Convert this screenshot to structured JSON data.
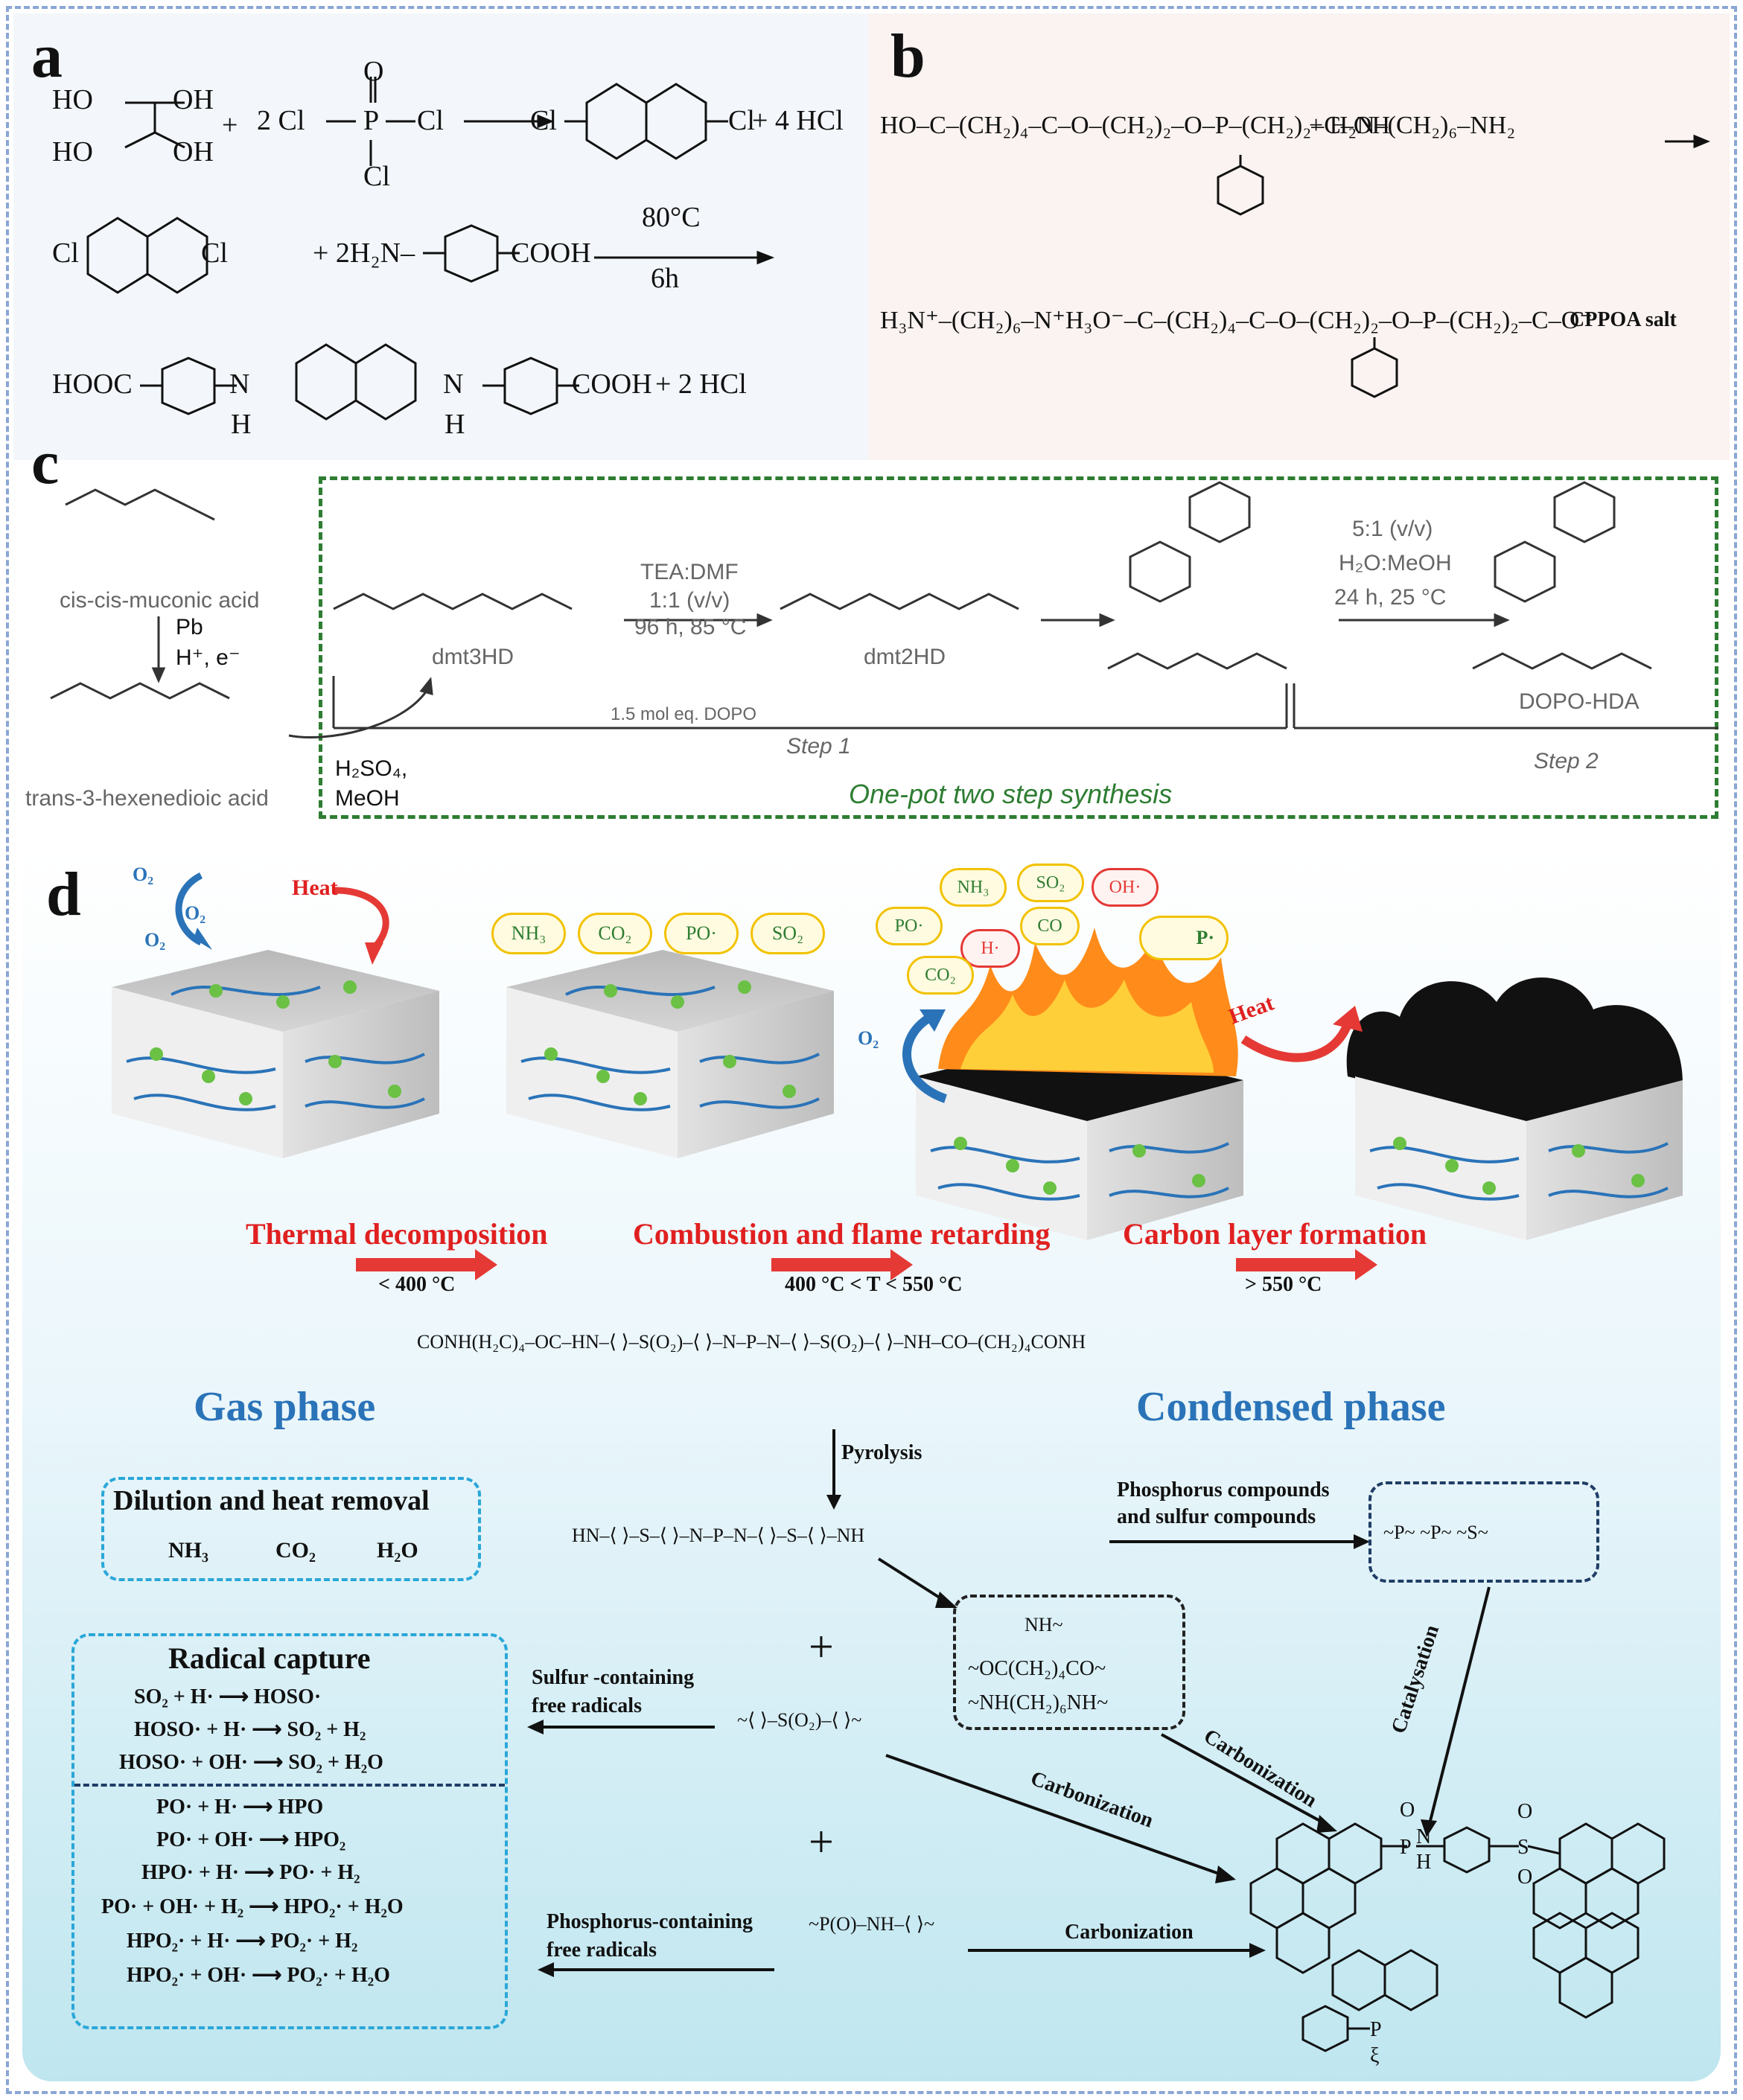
{
  "panel_labels": {
    "a": "a",
    "b": "b",
    "c": "c",
    "d": "d"
  },
  "panel_a": {
    "row1": {
      "reactant1": "pentaerythritol",
      "plus": "+",
      "reagent": "2 Cl–P(=O)Cl–Cl",
      "product": "Cl–P(O)(spiro)P(O)–Cl",
      "byproduct": "+ 4 HCl"
    },
    "row2": {
      "reactant": "spiro dichloride",
      "plus_reagent": "+ 2H₂N–",
      "acid": "COOH",
      "cond_top": "80°C",
      "cond_bottom": "6h"
    },
    "row3": {
      "product_left": "HOOC",
      "product_right": "COOH",
      "nh": "N",
      "h": "H",
      "byproduct": "+ 2 HCl"
    }
  },
  "panel_b": {
    "row1_left": "HO–C–(CH₂)₄–C–O–(CH₂)₂–O–P–(CH₂)₂–C–OH",
    "row1_right": "+ H₂N–(CH₂)₆–NH₂",
    "row2": "H₃N⁺–(CH₂)₆–N⁺H₃O⁻–C–(CH₂)₄–C–O–(CH₂)₂–O–P–(CH₂)₂–C–O⁻",
    "salt_label": "CPPOA salt"
  },
  "panel_c": {
    "cis": "cis-cis-muconic  acid",
    "pb": "Pb",
    "hplus": "H⁺, e⁻",
    "trans": "trans-3-hexenedioic  acid",
    "h2so4": "H₂SO₄,",
    "meoh": "MeOH",
    "dmt3hd": "dmt3HD",
    "cond1_a": "TEA:DMF",
    "cond1_b": "1:1 (v/v)",
    "cond1_c": "96 h, 85 °C",
    "dopo_eq": "1.5 mol eq. DOPO",
    "dmt2hd": "dmt2HD",
    "cond2_a": "5:1 (v/v)",
    "cond2_b": "H₂O:MeOH",
    "cond2_c": "24 h, 25 °C",
    "dopo_hda": "DOPO-HDA",
    "step1": "Step 1",
    "step2": "Step 2",
    "one_pot": "One-pot two step synthesis"
  },
  "panel_d": {
    "stage_labels": [
      "Thermal decomposition",
      "Combustion and flame retarding",
      "Carbon layer formation"
    ],
    "temps": [
      "< 400 °C",
      "400 °C  <  T  < 550 °C",
      "> 550 °C"
    ],
    "block1": {
      "o2_a": "O₂",
      "o2_b": "O₂",
      "o2_c": "O₂",
      "heat": "Heat"
    },
    "block2_gases": [
      "NH₃",
      "CO₂",
      "PO·",
      "SO₂"
    ],
    "block3_gases": [
      "NH₃",
      "SO₂",
      "OH·",
      "PO·",
      "CO",
      "H·",
      "CO₂",
      "P·"
    ],
    "block3_o2": "O₂",
    "block3_heat": "Heat",
    "polymer_chain": "CONH(H₂C)₄–OC–HN–⟨ ⟩–S(O₂)–⟨ ⟩–N–P–N–⟨ ⟩–S(O₂)–⟨ ⟩–NH–CO–(CH₂)₄CONH",
    "gas_phase": "Gas phase",
    "condensed_phase": "Condensed phase",
    "pyrolysis": "Pyrolysis",
    "dilution_title": "Dilution and heat removal",
    "dilution_items": [
      "NH₃",
      "CO₂",
      "H₂O"
    ],
    "pyro_chain": "HN–⟨ ⟩–S–⟨ ⟩–N–P–N–⟨ ⟩–S–⟨ ⟩–NH",
    "phos_sulf_1": "Phosphorus compounds",
    "phos_sulf_2": "and sulfur compounds",
    "catalysation": "Catalysation",
    "carbonization": "Carbonization",
    "frag1": "NH~",
    "frag2": "~OC(CH₂)₄CO~",
    "frag3": "~NH(CH₂)₆NH~",
    "radical_title": "Radical capture",
    "sulfur_arrow_1": "Sulfur -containing",
    "sulfur_arrow_2": "free radicals",
    "phos_arrow_1": "Phosphorus-containing",
    "phos_arrow_2": "free radicals",
    "radical_s": [
      "SO₂ + H· ⟶ HOSO·",
      "HOSO· + H· ⟶ SO₂ + H₂",
      "HOSO· + OH· ⟶ SO₂ + H₂O"
    ],
    "radical_p": [
      "PO· + H· ⟶ HPO",
      "PO· + OH· ⟶ HPO₂",
      "HPO· + H· ⟶ PO· + H₂",
      "PO· + OH· + H₂ ⟶ HPO₂· + H₂O",
      "HPO₂· + H· ⟶ PO₂· + H₂",
      "HPO₂· + OH· ⟶ PO₂· + H₂O"
    ],
    "plus": "+"
  },
  "colors": {
    "dash_blue": "#8aa6d6",
    "green_dash": "#2e7d32",
    "red_arrow": "#e53935",
    "title_blue": "#2a73b8",
    "cyan_dash": "#2aa7d8"
  }
}
